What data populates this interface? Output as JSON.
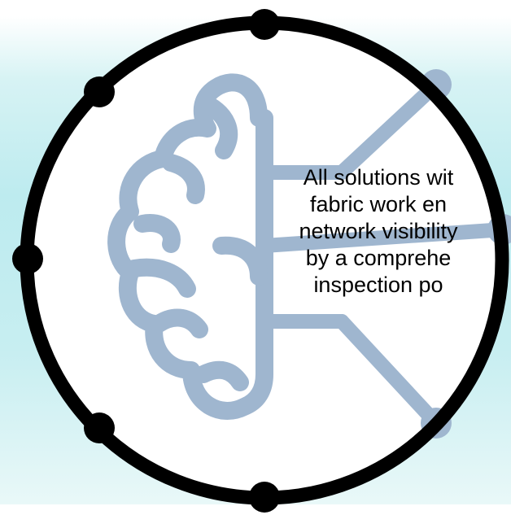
{
  "graphic": {
    "icon_name": "brain-circuit-icon",
    "ring_color": "#000000",
    "disc_color": "#ffffff",
    "brain_color": "#9fb6cf"
  },
  "caption": {
    "lines": [
      "All solutions wit",
      "fabric work en",
      "network visibility",
      "by a comprehe",
      "inspection po"
    ]
  }
}
